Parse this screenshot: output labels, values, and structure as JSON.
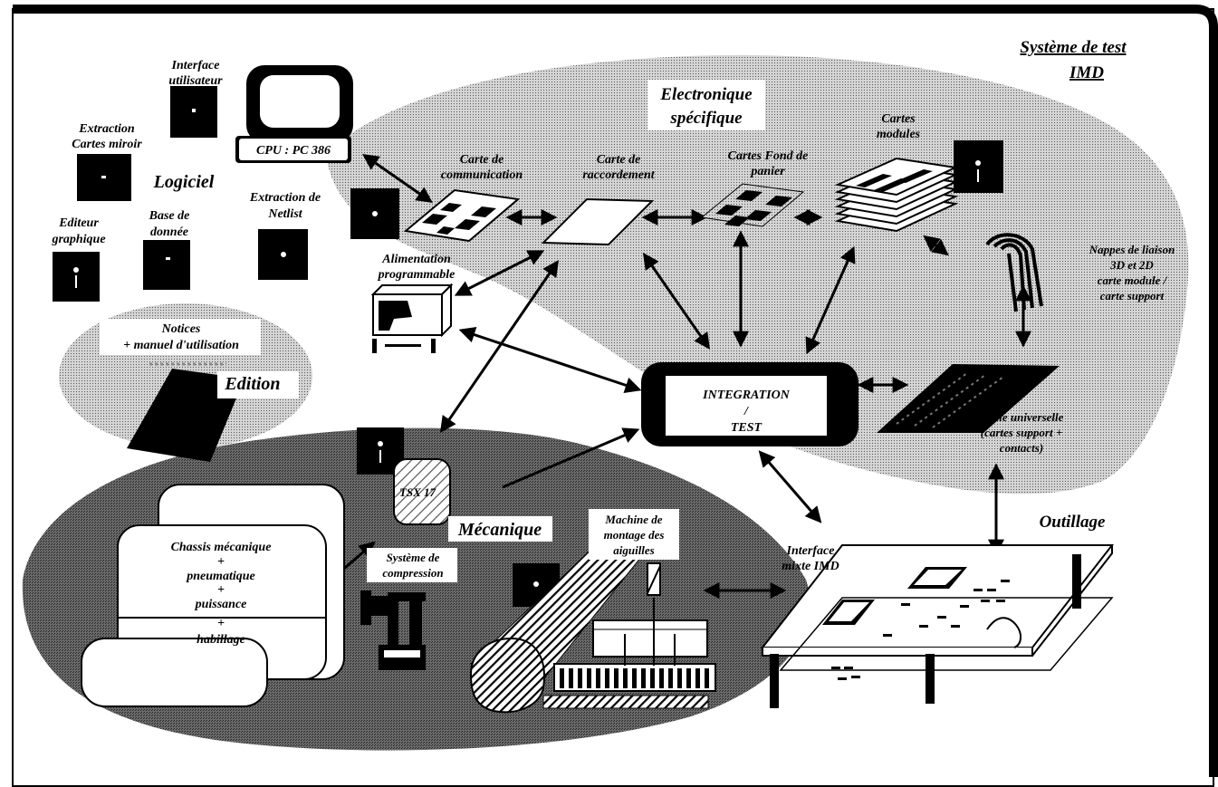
{
  "title": {
    "line1": "Système de test",
    "line2": "IMD"
  },
  "groups": {
    "electronique": {
      "line1": "Electronique",
      "line2": "spécifique"
    },
    "logiciel": "Logiciel",
    "edition": "Edition",
    "mecanique": "Mécanique",
    "outillage": "Outillage"
  },
  "center": {
    "line1": "INTEGRATION",
    "line2": "/",
    "line3": "TEST"
  },
  "software": {
    "interface": [
      "Interface",
      "utilisateur"
    ],
    "cpu": "CPU : PC 386",
    "extraction_miroir": [
      "Extraction",
      "Cartes miroir"
    ],
    "editeur": [
      "Editeur",
      "graphique"
    ],
    "base": [
      "Base de",
      "donnée"
    ],
    "netlist": [
      "Extraction de",
      "Netlist"
    ]
  },
  "edition_note": [
    "Notices",
    "+ manuel d'utilisation"
  ],
  "electronics": {
    "comm": [
      "Carte de",
      "communication"
    ],
    "raccord": [
      "Carte de",
      "raccordement"
    ],
    "fond": [
      "Cartes Fond de",
      "panier"
    ],
    "modules": [
      "Cartes",
      "modules"
    ],
    "alim": [
      "Alimentation",
      "programmable"
    ],
    "nappes": [
      "Nappes de liaison",
      "3D et 2D",
      "carte module /",
      "carte support"
    ],
    "grille": [
      "Grille universelle",
      "(cartes support +",
      "contacts)"
    ]
  },
  "mechanics": {
    "tsx": "TSX 17",
    "chassis": [
      "Chassis mécanique",
      "+",
      "pneumatique",
      "+",
      "puissance",
      "+",
      "habillage"
    ],
    "compression": [
      "Système de",
      "compression"
    ],
    "machine": [
      "Machine de",
      "montage des",
      "aiguilles"
    ]
  },
  "tooling": {
    "interface_mixte": [
      "Interface",
      "mixte IMD"
    ]
  }
}
